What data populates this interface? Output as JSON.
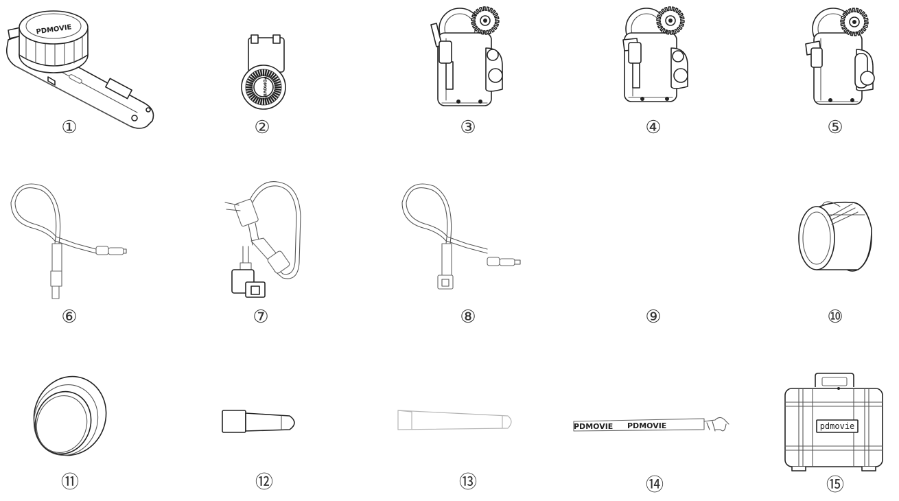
{
  "items": [
    {
      "number": "①",
      "icon": "hand-controller-icon"
    },
    {
      "number": "②",
      "icon": "hand-wheel-icon"
    },
    {
      "number": "③",
      "icon": "motor-icon"
    },
    {
      "number": "④",
      "icon": "motor-icon"
    },
    {
      "number": "⑤",
      "icon": "motor-icon"
    },
    {
      "number": "⑥",
      "icon": "cable-icon"
    },
    {
      "number": "⑦",
      "icon": "power-cable-icon"
    },
    {
      "number": "⑧",
      "icon": "cable-icon"
    },
    {
      "number": "⑨",
      "icon": ""
    },
    {
      "number": "⑩",
      "icon": "lens-gear-ring-icon"
    },
    {
      "number": "⑪",
      "icon": "ring-icon"
    },
    {
      "number": "⑫",
      "icon": "antenna-icon"
    },
    {
      "number": "⑬",
      "icon": "antenna-icon"
    },
    {
      "number": "⑭",
      "icon": "lanyard-strap-icon"
    },
    {
      "number": "⑮",
      "icon": "carrying-case-icon"
    }
  ],
  "logos": {
    "controller": "PDMOVIE",
    "wheel": "PDMOVIE",
    "strap_left": "PDMOVIE",
    "strap_right": "PDMOVIE"
  },
  "case_label": "pdmovie"
}
